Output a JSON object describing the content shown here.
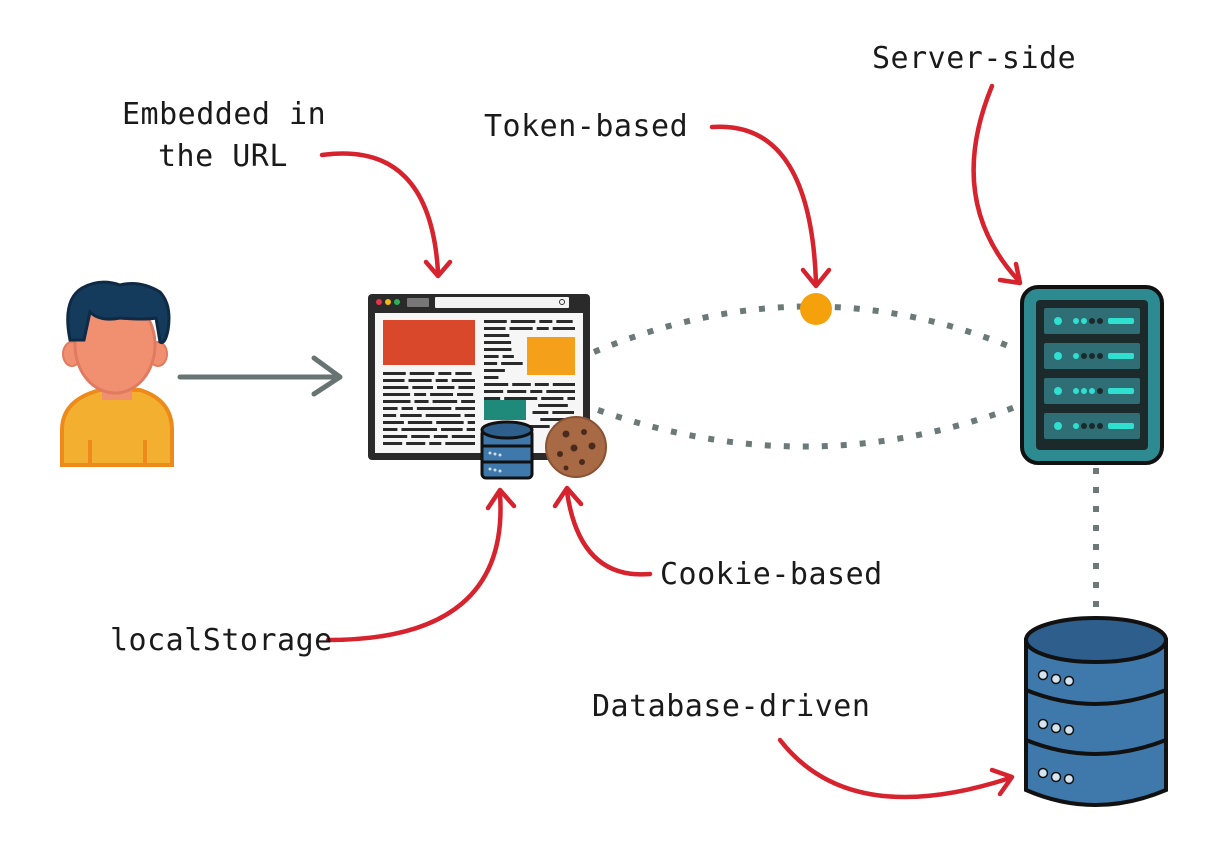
{
  "labels": {
    "embedded_line1": "Embedded in",
    "embedded_line2": "the URL",
    "token": "Token-based",
    "server_side": "Server-side",
    "cookie": "Cookie-based",
    "local_storage": "localStorage",
    "database": "Database-driven"
  },
  "colors": {
    "annotation_arrow": "#d6232e",
    "connection_dots": "#6b7a78",
    "token_dot": "#f5a10c",
    "server_teal": "#2d8a91",
    "server_accent": "#2fe0d0",
    "database_blue": "#3f78aa",
    "user_hair": "#143a5c",
    "user_skin": "#f19070",
    "user_shirt": "#f3b030"
  },
  "nodes": [
    "user",
    "browser",
    "server",
    "database"
  ]
}
